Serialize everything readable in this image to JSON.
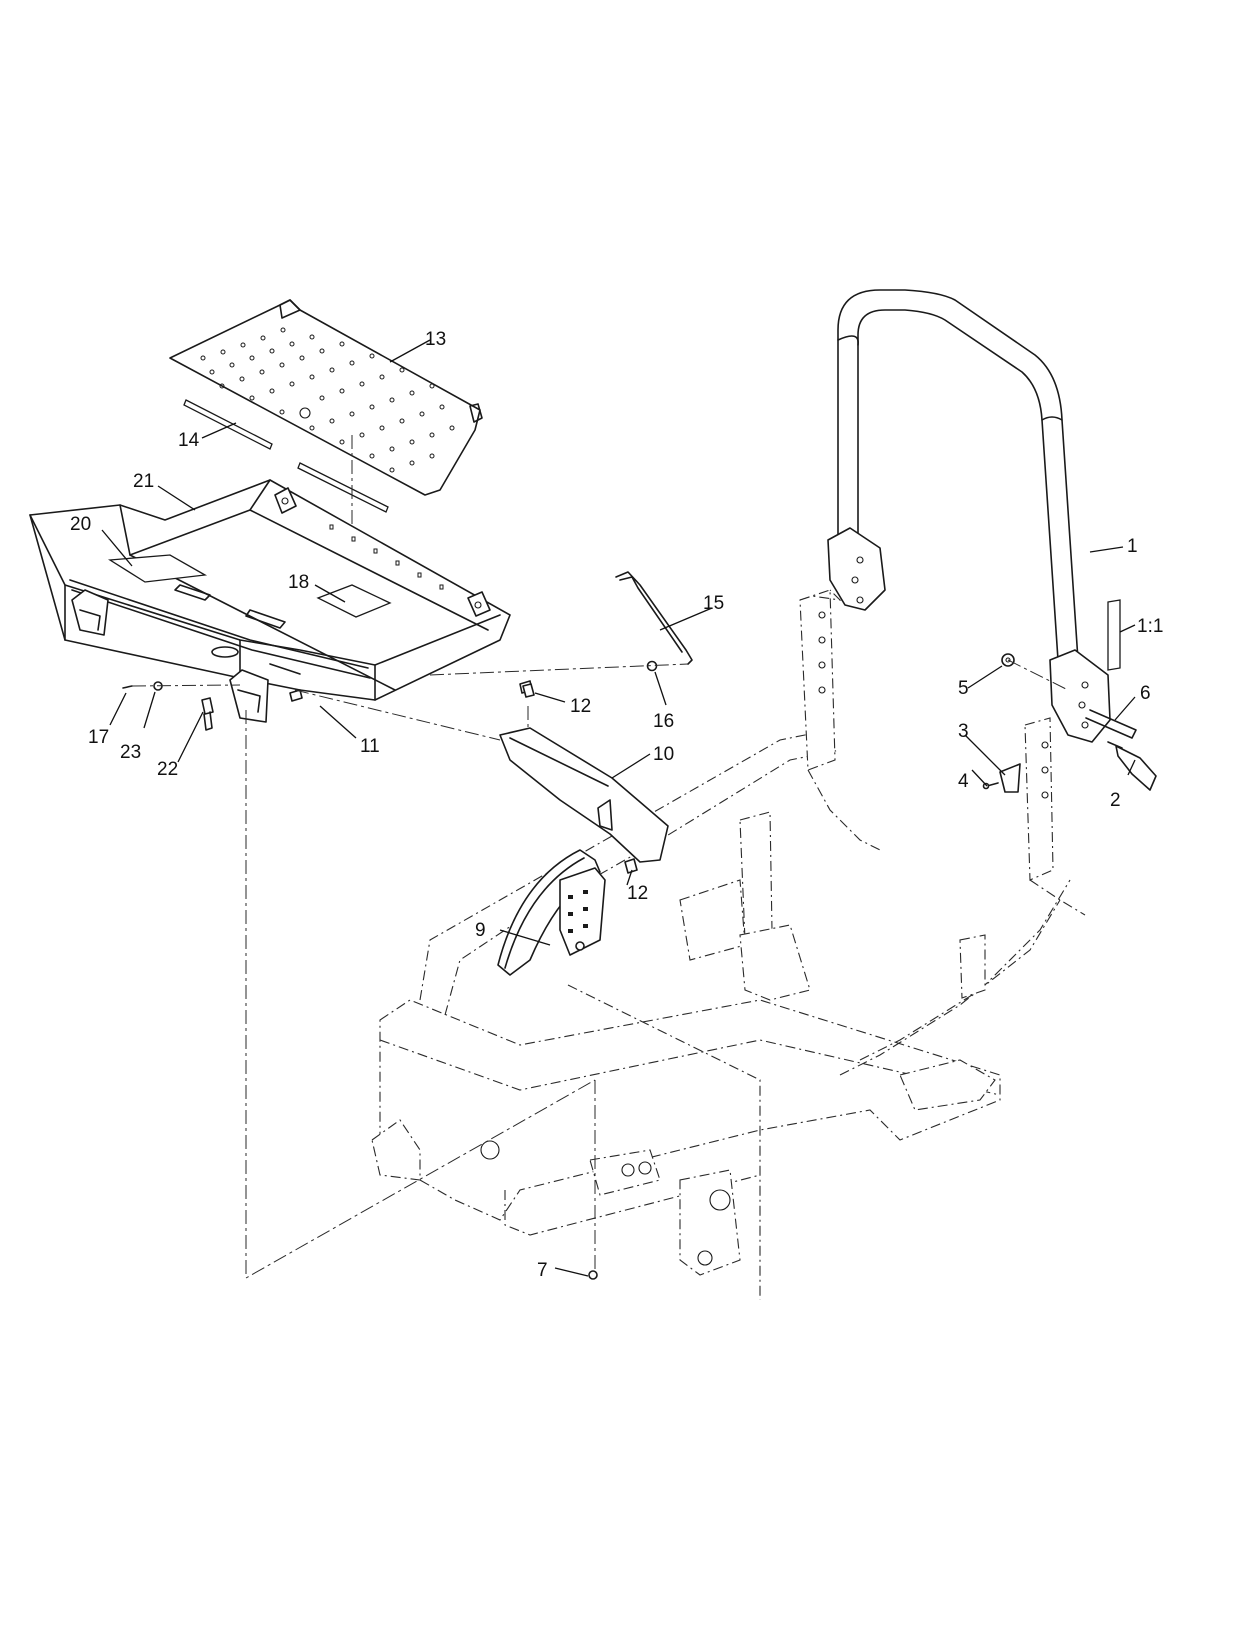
{
  "callouts": [
    {
      "id": "c1",
      "label": "1"
    },
    {
      "id": "c1_1",
      "label": "1:1"
    },
    {
      "id": "c2",
      "label": "2"
    },
    {
      "id": "c3",
      "label": "3"
    },
    {
      "id": "c4",
      "label": "4"
    },
    {
      "id": "c5",
      "label": "5"
    },
    {
      "id": "c6",
      "label": "6"
    },
    {
      "id": "c7",
      "label": "7"
    },
    {
      "id": "c9",
      "label": "9"
    },
    {
      "id": "c10",
      "label": "10"
    },
    {
      "id": "c11",
      "label": "11"
    },
    {
      "id": "c12a",
      "label": "12"
    },
    {
      "id": "c12b",
      "label": "12"
    },
    {
      "id": "c13",
      "label": "13"
    },
    {
      "id": "c14",
      "label": "14"
    },
    {
      "id": "c15",
      "label": "15"
    },
    {
      "id": "c16",
      "label": "16"
    },
    {
      "id": "c17",
      "label": "17"
    },
    {
      "id": "c18",
      "label": "18"
    },
    {
      "id": "c20",
      "label": "20"
    },
    {
      "id": "c21",
      "label": "21"
    },
    {
      "id": "c22",
      "label": "22"
    },
    {
      "id": "c23",
      "label": "23"
    }
  ]
}
